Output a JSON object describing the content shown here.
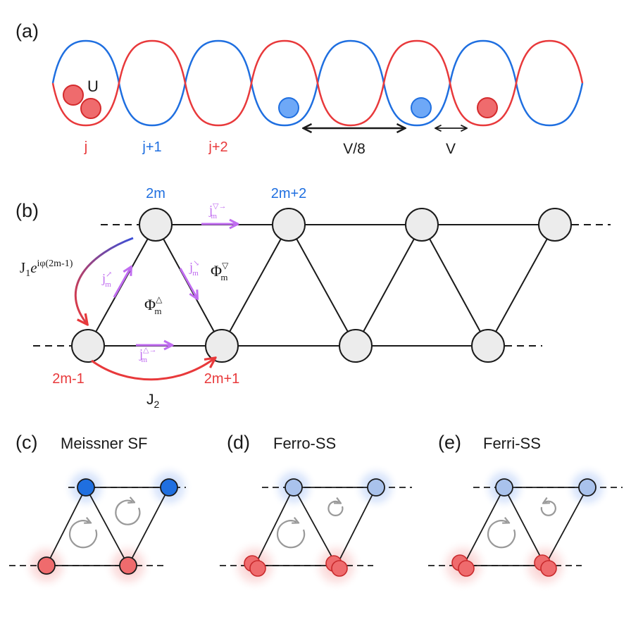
{
  "panels": {
    "a": "(a)",
    "b": "(b)",
    "c": "(c)",
    "d": "(d)",
    "e": "(e)"
  },
  "panel_a": {
    "site_labels": [
      "j",
      "j+1",
      "j+2"
    ],
    "interaction_label": "U",
    "long_range_label": "V/8",
    "nearest_label": "V"
  },
  "panel_b": {
    "top_site_labels": [
      "2m",
      "2m+2"
    ],
    "bottom_site_labels": [
      "2m-1",
      "2m+1"
    ],
    "coupling_J1": {
      "base": "J",
      "sub": "1",
      "e": "e",
      "exp": "iφ(2m-1)"
    },
    "coupling_J2": {
      "base": "J",
      "sub": "2"
    },
    "current_top": {
      "base": "j",
      "sub": "m",
      "sup": "▽→"
    },
    "current_bottom": {
      "base": "j",
      "sub": "m",
      "sup": "△→"
    },
    "current_up": {
      "base": "j",
      "sub": "m",
      "sup": "↗"
    },
    "current_down": {
      "base": "j",
      "sub": "m",
      "sup": "↘"
    },
    "flux_up": {
      "base": "Φ",
      "sub": "m",
      "sup": "△"
    },
    "flux_down": {
      "base": "Φ",
      "sub": "m",
      "sup": "▽"
    }
  },
  "phases": {
    "c": "Meissner SF",
    "d": "Ferro-SS",
    "e": "Ferri-SS"
  },
  "colors": {
    "red": "#e8393b",
    "blue": "#1f6fe0",
    "purple": "#c06cf0",
    "node_fill": "#ececec",
    "line": "#1a1a1a"
  }
}
